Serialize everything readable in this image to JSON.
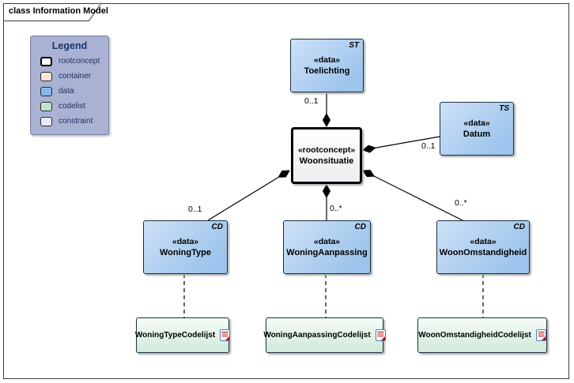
{
  "frame": {
    "title": "class Information Model"
  },
  "legend": {
    "title": "Legend",
    "bg_color": "#a9b2d3",
    "items": [
      {
        "label": "rootconcept",
        "color": "#ffffff"
      },
      {
        "label": "container",
        "color": "#f8e4d0"
      },
      {
        "label": "data",
        "color": "#85b9e9"
      },
      {
        "label": "codelist",
        "color": "#bfe4cd"
      },
      {
        "label": "constraint",
        "color": "#e9eaf7"
      }
    ]
  },
  "nodes": {
    "toelichting": {
      "stereotype": "«data»",
      "name": "Toelichting",
      "badge": "ST",
      "kind": "data"
    },
    "datum": {
      "stereotype": "«data»",
      "name": "Datum",
      "badge": "TS",
      "kind": "data"
    },
    "woonsituatie": {
      "stereotype": "«rootconcept»",
      "name": "Woonsituatie",
      "kind": "rootconcept"
    },
    "woningType": {
      "stereotype": "«data»",
      "name": "WoningType",
      "badge": "CD",
      "kind": "data"
    },
    "woningAanpassing": {
      "stereotype": "«data»",
      "name": "WoningAanpassing",
      "badge": "CD",
      "kind": "data"
    },
    "woonOmstandigheid": {
      "stereotype": "«data»",
      "name": "WoonOmstandigheid",
      "badge": "CD",
      "kind": "data"
    },
    "woningTypeCodelijst": {
      "name": "WoningTypeCodelijst",
      "kind": "codelist"
    },
    "woningAanpassingCodelijst": {
      "name": "WoningAanpassingCodelijst",
      "kind": "codelist"
    },
    "woonOmstandigheidCodelijst": {
      "name": "WoonOmstandigheidCodelijst",
      "kind": "codelist"
    }
  },
  "relations": [
    {
      "from": "Woonsituatie",
      "to": "Toelichting",
      "type": "composition",
      "multiplicity": "0..1"
    },
    {
      "from": "Woonsituatie",
      "to": "Datum",
      "type": "composition",
      "multiplicity": "0..1"
    },
    {
      "from": "Woonsituatie",
      "to": "WoningType",
      "type": "composition",
      "multiplicity": "0..1"
    },
    {
      "from": "Woonsituatie",
      "to": "WoningAanpassing",
      "type": "composition",
      "multiplicity": "0..*"
    },
    {
      "from": "Woonsituatie",
      "to": "WoonOmstandigheid",
      "type": "composition",
      "multiplicity": "0..*"
    },
    {
      "from": "WoningType",
      "to": "WoningTypeCodelijst",
      "type": "dashed"
    },
    {
      "from": "WoningAanpassing",
      "to": "WoningAanpassingCodelijst",
      "type": "dashed"
    },
    {
      "from": "WoonOmstandigheid",
      "to": "WoonOmstandigheidCodelijst",
      "type": "dashed"
    }
  ],
  "colors": {
    "data_fill": "#a6cbee",
    "rootconcept_fill": "#f4f5f7",
    "codelist_fill": "#d8ecdf",
    "line": "#000000"
  }
}
